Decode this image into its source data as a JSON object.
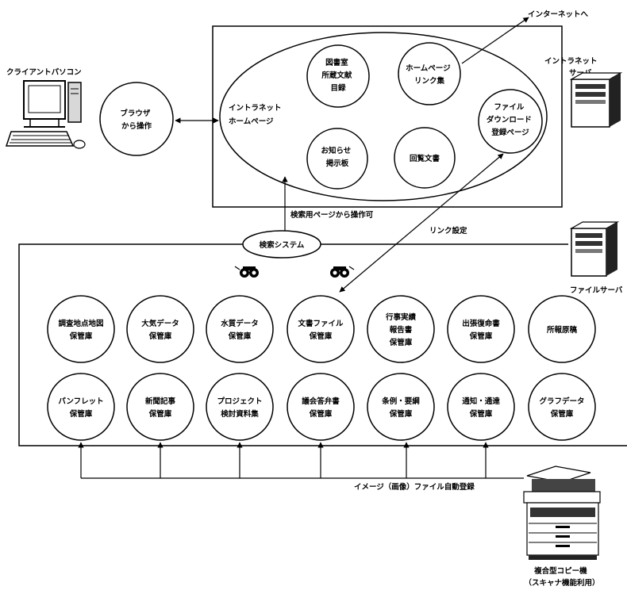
{
  "internet": "インターネットへ",
  "client": {
    "label": "クライアントパソコン"
  },
  "browser": [
    "ブラウザ",
    "から操作"
  ],
  "intranet_server": {
    "label": [
      "イントラネット",
      "サーバ"
    ]
  },
  "intranet_home": [
    "イントラネット",
    "ホームページ"
  ],
  "pages": {
    "library": [
      "図書室",
      "所蔵文献",
      "目録"
    ],
    "links": [
      "ホームページ",
      "リンク集"
    ],
    "download": [
      "ファイル",
      "ダウンロード",
      "登録ページ"
    ],
    "notice": [
      "お知らせ",
      "掲示板"
    ],
    "circular": [
      "回覧文書"
    ]
  },
  "search_link": "検索用ページから操作可",
  "link_setting": "リンク設定",
  "search_system": "検索システム",
  "file_server": "ファイルサーバ",
  "repos_row1": [
    [
      "調査地点地図",
      "保管庫"
    ],
    [
      "大気データ",
      "保管庫"
    ],
    [
      "水質データ",
      "保管庫"
    ],
    [
      "文書ファイル",
      "保管庫"
    ],
    [
      "行事実績",
      "報告書",
      "保管庫"
    ],
    [
      "出張復命書",
      "保管庫"
    ],
    [
      "所報原稿"
    ]
  ],
  "repos_row2": [
    [
      "パンフレット",
      "保管庫"
    ],
    [
      "新聞記事",
      "保管庫"
    ],
    [
      "プロジェクト",
      "検討資料集"
    ],
    [
      "議会答弁書",
      "保管庫"
    ],
    [
      "条例・要綱",
      "保管庫"
    ],
    [
      "通知・通達",
      "保管庫"
    ],
    [
      "グラフデータ",
      "保管庫"
    ]
  ],
  "image_register": "イメージ（画像）ファイル自動登録",
  "copier": {
    "label": [
      "複合型コピー機",
      "（スキャナ機能利用）"
    ]
  }
}
